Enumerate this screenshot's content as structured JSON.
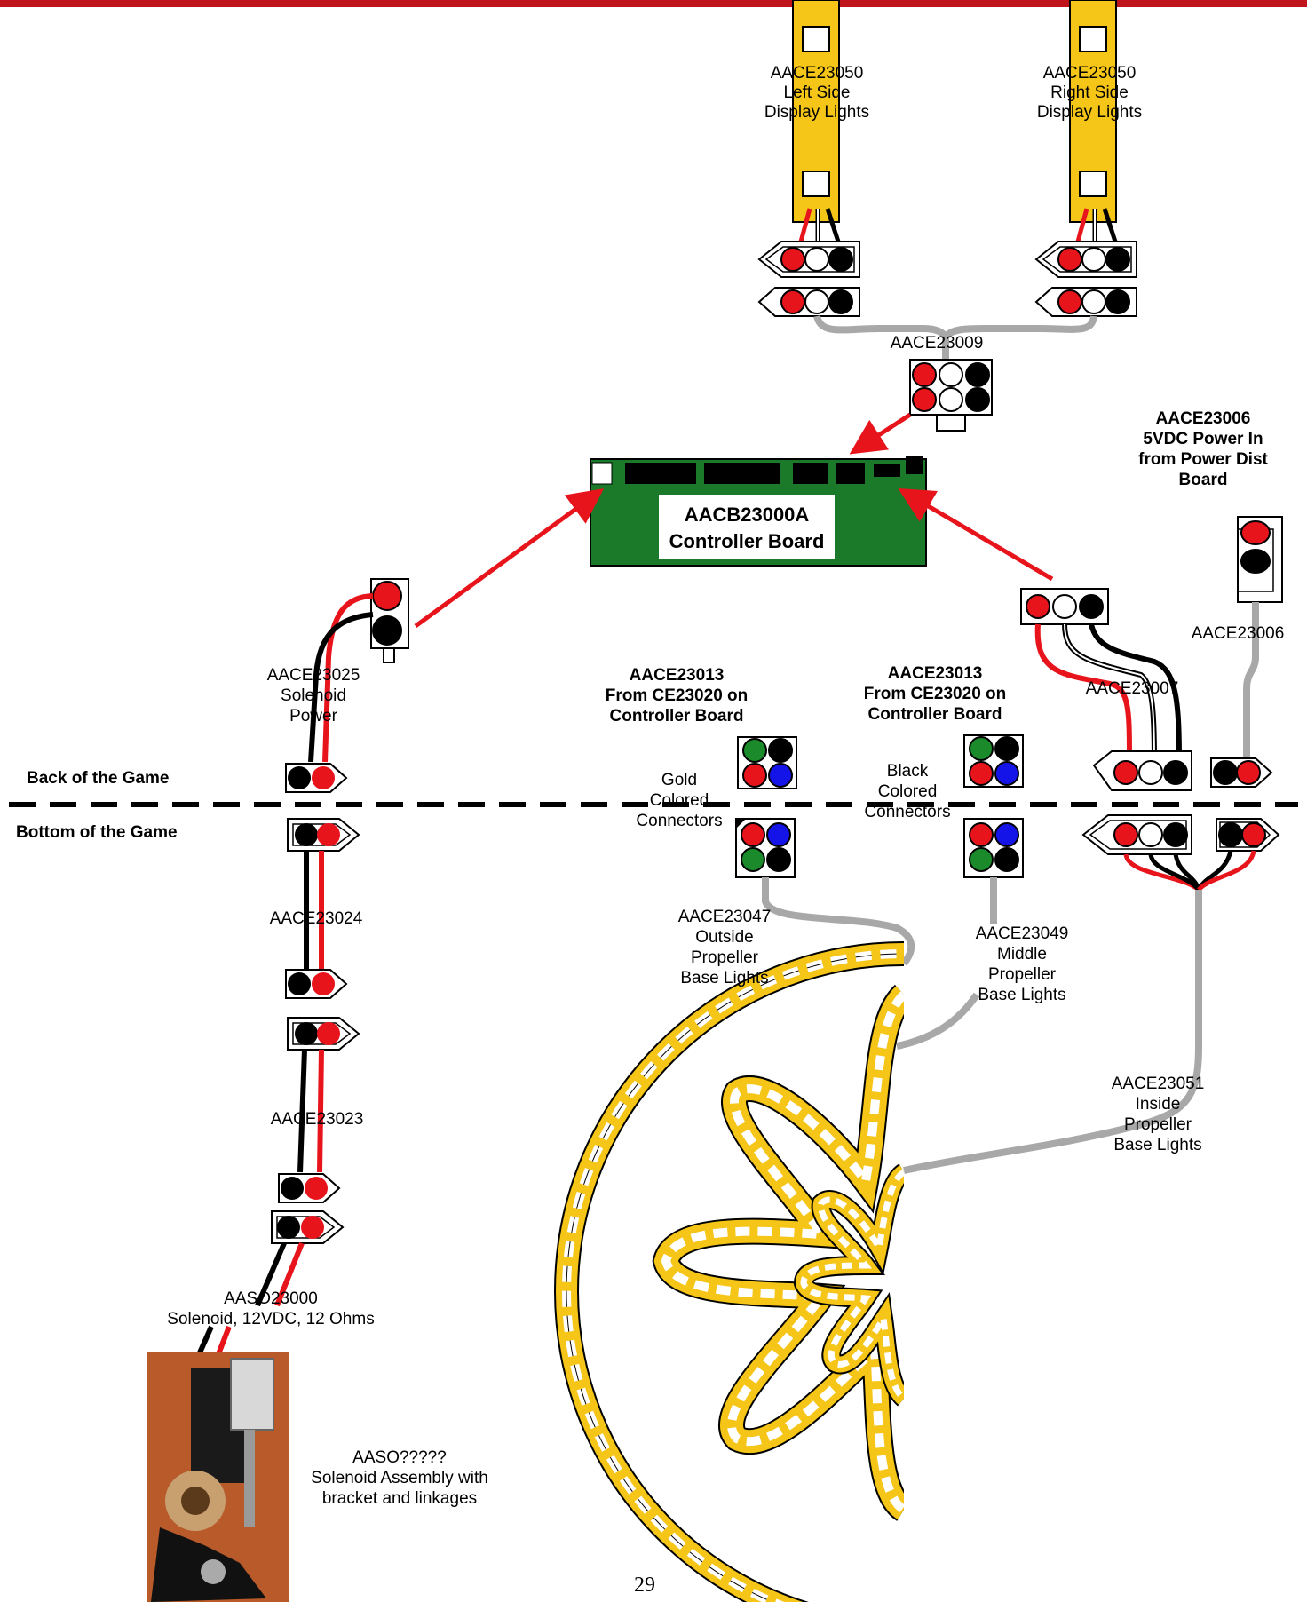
{
  "labels": {
    "left_display": [
      "AACE23050",
      "Left Side",
      "Display Lights"
    ],
    "right_display": [
      "AACE23050",
      "Right Side",
      "Display Lights"
    ],
    "harness_23009": "AACE23009",
    "power_in": [
      "AACE23006",
      "5VDC Power In",
      "from Power Dist",
      "Board"
    ],
    "board": [
      "AACB23000A",
      "Controller Board"
    ],
    "cable_23006": "AACE23006",
    "cable_23007": "AACE23007",
    "solenoid_power": [
      "AACE23025",
      "Solenoid",
      "Power"
    ],
    "gold_source": [
      "AACE23013",
      "From CE23020 on",
      "Controller Board"
    ],
    "black_source": [
      "AACE23013",
      "From CE23020 on",
      "Controller Board"
    ],
    "gold_connectors": [
      "Gold",
      "Colored",
      "Connectors"
    ],
    "black_connectors": [
      "Black",
      "Colored",
      "Connectors"
    ],
    "back_of_game": "Back of the Game",
    "bottom_of_game": "Bottom of the Game",
    "cable_23024": "AACE23024",
    "cable_23023": "AACE23023",
    "outside_lights": [
      "AACE23047",
      "Outside",
      "Propeller",
      "Base Lights"
    ],
    "middle_lights": [
      "AACE23049",
      "Middle",
      "Propeller",
      "Base Lights"
    ],
    "inside_lights": [
      "AACE23051",
      "Inside",
      "Propeller",
      "Base Lights"
    ],
    "solenoid": [
      "AASO23000",
      "Solenoid, 12VDC, 12 Ohms"
    ],
    "solenoid_assembly": [
      "AASO?????",
      "Solenoid Assembly with",
      "bracket and linkages"
    ],
    "page_number": "29"
  },
  "colors": {
    "top_rule": "#c0141c",
    "arrow": "#e8141c",
    "board": "#1a7a2a",
    "led_strip": "#f5c518",
    "wire_gray": "#a8a8a8",
    "wire_red": "#e8141c",
    "pin_red": "#e8141c",
    "pin_blue": "#1414e8",
    "pin_green": "#1a8a2a"
  }
}
